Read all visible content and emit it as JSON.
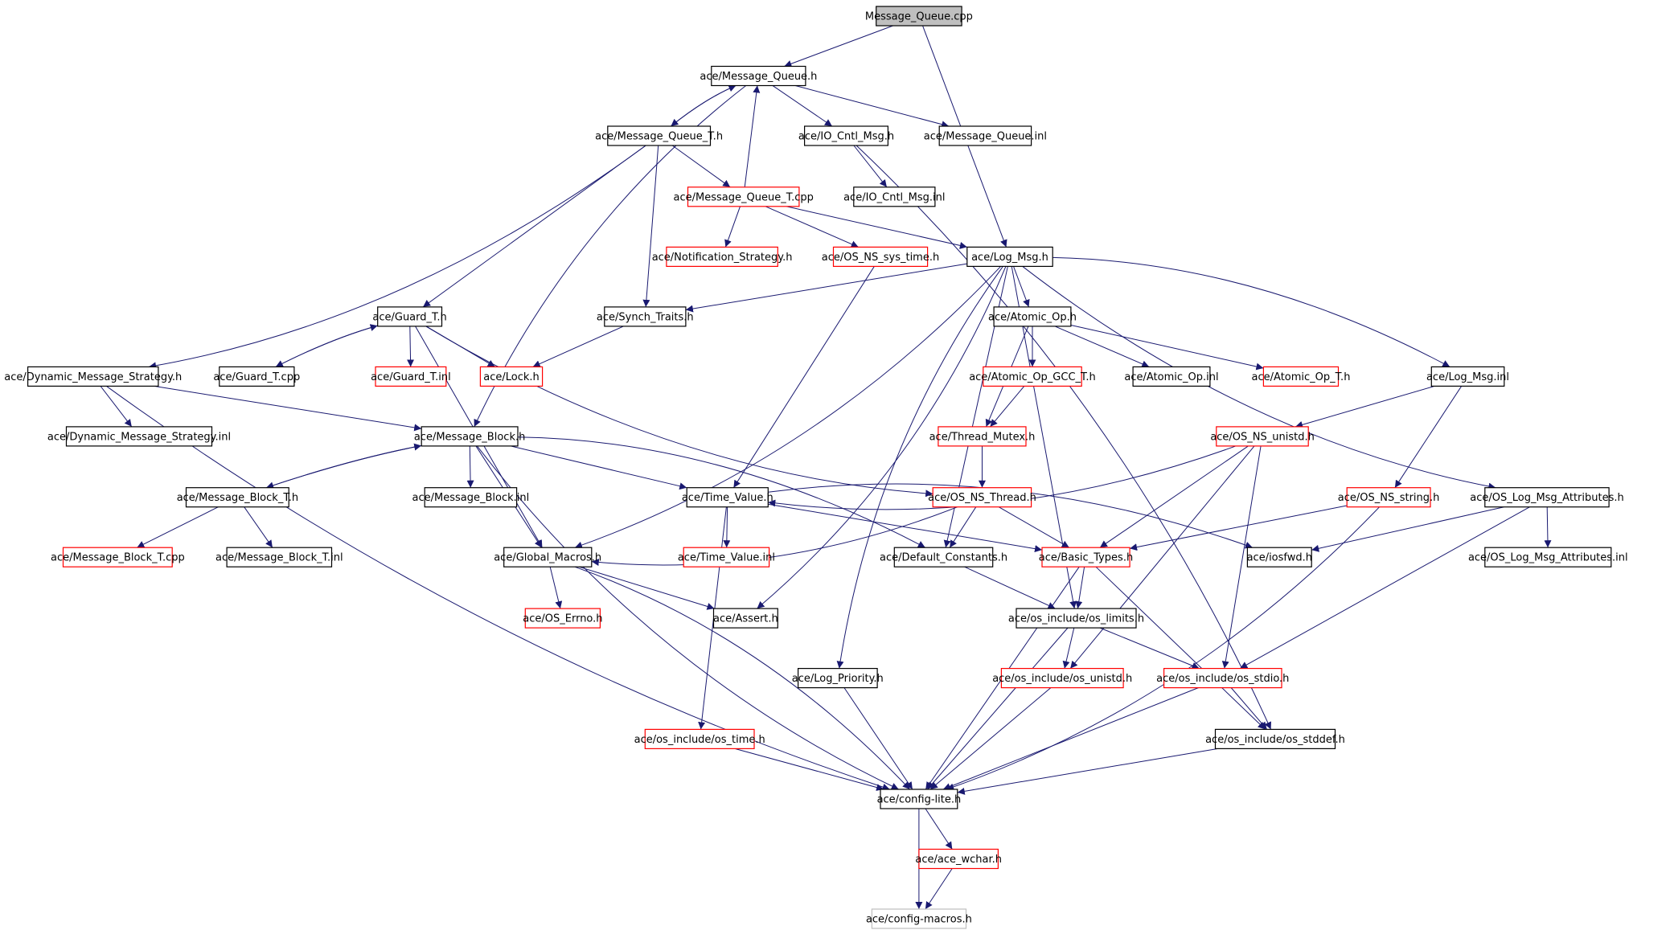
{
  "colors": {
    "edge": "#191970",
    "border_default": "#000000",
    "border_truncated": "#ff0000",
    "border_leaf": "#bfbfbf",
    "root_fill": "#bfbfbf"
  },
  "nodes": [
    {
      "id": "n0",
      "label": "Message_Queue.cpp",
      "style": "root"
    },
    {
      "id": "n1",
      "label": "ace/Message_Queue.h",
      "style": "default"
    },
    {
      "id": "n2",
      "label": "ace/Message_Queue_T.h",
      "style": "default"
    },
    {
      "id": "n3",
      "label": "ace/IO_Cntl_Msg.h",
      "style": "default"
    },
    {
      "id": "n4",
      "label": "ace/Message_Queue.inl",
      "style": "default"
    },
    {
      "id": "n5",
      "label": "ace/Message_Queue_T.cpp",
      "style": "truncated"
    },
    {
      "id": "n6",
      "label": "ace/IO_Cntl_Msg.inl",
      "style": "default"
    },
    {
      "id": "n7",
      "label": "ace/Notification_Strategy.h",
      "style": "truncated"
    },
    {
      "id": "n8",
      "label": "ace/OS_NS_sys_time.h",
      "style": "truncated"
    },
    {
      "id": "n9",
      "label": "ace/Log_Msg.h",
      "style": "default"
    },
    {
      "id": "n10",
      "label": "ace/Guard_T.h",
      "style": "default"
    },
    {
      "id": "n11",
      "label": "ace/Synch_Traits.h",
      "style": "default"
    },
    {
      "id": "n12",
      "label": "ace/Atomic_Op.h",
      "style": "default"
    },
    {
      "id": "n13",
      "label": "ace/Dynamic_Message_Strategy.h",
      "style": "default"
    },
    {
      "id": "n14",
      "label": "ace/Guard_T.cpp",
      "style": "default"
    },
    {
      "id": "n15",
      "label": "ace/Guard_T.inl",
      "style": "truncated"
    },
    {
      "id": "n16",
      "label": "ace/Lock.h",
      "style": "truncated"
    },
    {
      "id": "n17",
      "label": "ace/Atomic_Op_GCC_T.h",
      "style": "truncated"
    },
    {
      "id": "n18",
      "label": "ace/Atomic_Op.inl",
      "style": "default"
    },
    {
      "id": "n19",
      "label": "ace/Atomic_Op_T.h",
      "style": "truncated"
    },
    {
      "id": "n20",
      "label": "ace/Log_Msg.inl",
      "style": "default"
    },
    {
      "id": "n21",
      "label": "ace/Dynamic_Message_Strategy.inl",
      "style": "default"
    },
    {
      "id": "n22",
      "label": "ace/Message_Block.h",
      "style": "default"
    },
    {
      "id": "n23",
      "label": "ace/Thread_Mutex.h",
      "style": "truncated"
    },
    {
      "id": "n24",
      "label": "ace/OS_NS_unistd.h",
      "style": "truncated"
    },
    {
      "id": "n25",
      "label": "ace/Message_Block_T.h",
      "style": "default"
    },
    {
      "id": "n26",
      "label": "ace/Message_Block.inl",
      "style": "default"
    },
    {
      "id": "n27",
      "label": "ace/Time_Value.h",
      "style": "default"
    },
    {
      "id": "n28",
      "label": "ace/OS_NS_Thread.h",
      "style": "truncated"
    },
    {
      "id": "n29",
      "label": "ace/OS_NS_string.h",
      "style": "truncated"
    },
    {
      "id": "n30",
      "label": "ace/OS_Log_Msg_Attributes.h",
      "style": "default"
    },
    {
      "id": "n31",
      "label": "ace/Message_Block_T.cpp",
      "style": "truncated"
    },
    {
      "id": "n32",
      "label": "ace/Message_Block_T.inl",
      "style": "default"
    },
    {
      "id": "n33",
      "label": "ace/Global_Macros.h",
      "style": "default"
    },
    {
      "id": "n34",
      "label": "ace/Time_Value.inl",
      "style": "truncated"
    },
    {
      "id": "n35",
      "label": "ace/Default_Constants.h",
      "style": "default"
    },
    {
      "id": "n36",
      "label": "ace/Basic_Types.h",
      "style": "truncated"
    },
    {
      "id": "n37",
      "label": "ace/iosfwd.h",
      "style": "default"
    },
    {
      "id": "n38",
      "label": "ace/OS_Log_Msg_Attributes.inl",
      "style": "default"
    },
    {
      "id": "n39",
      "label": "ace/OS_Errno.h",
      "style": "truncated"
    },
    {
      "id": "n40",
      "label": "ace/Assert.h",
      "style": "default"
    },
    {
      "id": "n41",
      "label": "ace/os_include/os_limits.h",
      "style": "default"
    },
    {
      "id": "n42",
      "label": "ace/Log_Priority.h",
      "style": "default"
    },
    {
      "id": "n43",
      "label": "ace/os_include/os_unistd.h",
      "style": "truncated"
    },
    {
      "id": "n44",
      "label": "ace/os_include/os_stdio.h",
      "style": "truncated"
    },
    {
      "id": "n45",
      "label": "ace/os_include/os_time.h",
      "style": "truncated"
    },
    {
      "id": "n46",
      "label": "ace/os_include/os_stddef.h",
      "style": "default"
    },
    {
      "id": "n47",
      "label": "ace/config-lite.h",
      "style": "default"
    },
    {
      "id": "n48",
      "label": "ace/ace_wchar.h",
      "style": "truncated"
    },
    {
      "id": "n49",
      "label": "ace/config-macros.h",
      "style": "leaf"
    }
  ],
  "edges": [
    [
      "n0",
      "n1"
    ],
    [
      "n0",
      "n9"
    ],
    [
      "n1",
      "n2"
    ],
    [
      "n1",
      "n3"
    ],
    [
      "n1",
      "n4"
    ],
    [
      "n1",
      "n22"
    ],
    [
      "n2",
      "n1"
    ],
    [
      "n2",
      "n5"
    ],
    [
      "n2",
      "n13"
    ],
    [
      "n2",
      "n10"
    ],
    [
      "n2",
      "n11"
    ],
    [
      "n5",
      "n1"
    ],
    [
      "n5",
      "n7"
    ],
    [
      "n5",
      "n8"
    ],
    [
      "n5",
      "n9"
    ],
    [
      "n3",
      "n6"
    ],
    [
      "n3",
      "n46"
    ],
    [
      "n8",
      "n27"
    ],
    [
      "n9",
      "n11"
    ],
    [
      "n9",
      "n12"
    ],
    [
      "n9",
      "n20"
    ],
    [
      "n9",
      "n30"
    ],
    [
      "n9",
      "n33"
    ],
    [
      "n9",
      "n35"
    ],
    [
      "n9",
      "n40"
    ],
    [
      "n9",
      "n42"
    ],
    [
      "n9",
      "n41"
    ],
    [
      "n10",
      "n14"
    ],
    [
      "n10",
      "n15"
    ],
    [
      "n10",
      "n16"
    ],
    [
      "n10",
      "n33"
    ],
    [
      "n10",
      "n28"
    ],
    [
      "n14",
      "n10"
    ],
    [
      "n11",
      "n16"
    ],
    [
      "n12",
      "n17"
    ],
    [
      "n12",
      "n18"
    ],
    [
      "n12",
      "n19"
    ],
    [
      "n12",
      "n23"
    ],
    [
      "n17",
      "n23"
    ],
    [
      "n13",
      "n21"
    ],
    [
      "n13",
      "n22"
    ],
    [
      "n13",
      "n47"
    ],
    [
      "n20",
      "n24"
    ],
    [
      "n20",
      "n29"
    ],
    [
      "n22",
      "n25"
    ],
    [
      "n22",
      "n26"
    ],
    [
      "n22",
      "n27"
    ],
    [
      "n22",
      "n33"
    ],
    [
      "n22",
      "n35"
    ],
    [
      "n22",
      "n47"
    ],
    [
      "n25",
      "n22"
    ],
    [
      "n25",
      "n31"
    ],
    [
      "n25",
      "n32"
    ],
    [
      "n23",
      "n28"
    ],
    [
      "n24",
      "n27"
    ],
    [
      "n24",
      "n36"
    ],
    [
      "n24",
      "n43"
    ],
    [
      "n24",
      "n44"
    ],
    [
      "n27",
      "n34"
    ],
    [
      "n27",
      "n36"
    ],
    [
      "n27",
      "n37"
    ],
    [
      "n27",
      "n45"
    ],
    [
      "n28",
      "n33"
    ],
    [
      "n28",
      "n35"
    ],
    [
      "n28",
      "n36"
    ],
    [
      "n29",
      "n36"
    ],
    [
      "n29",
      "n47"
    ],
    [
      "n30",
      "n37"
    ],
    [
      "n30",
      "n38"
    ],
    [
      "n30",
      "n44"
    ],
    [
      "n33",
      "n39"
    ],
    [
      "n33",
      "n40"
    ],
    [
      "n33",
      "n47"
    ],
    [
      "n35",
      "n41"
    ],
    [
      "n36",
      "n41"
    ],
    [
      "n36",
      "n46"
    ],
    [
      "n36",
      "n47"
    ],
    [
      "n41",
      "n43"
    ],
    [
      "n41",
      "n44"
    ],
    [
      "n41",
      "n47"
    ],
    [
      "n42",
      "n47"
    ],
    [
      "n43",
      "n47"
    ],
    [
      "n44",
      "n46"
    ],
    [
      "n44",
      "n47"
    ],
    [
      "n45",
      "n47"
    ],
    [
      "n46",
      "n47"
    ],
    [
      "n47",
      "n48"
    ],
    [
      "n47",
      "n49"
    ],
    [
      "n48",
      "n49"
    ]
  ]
}
